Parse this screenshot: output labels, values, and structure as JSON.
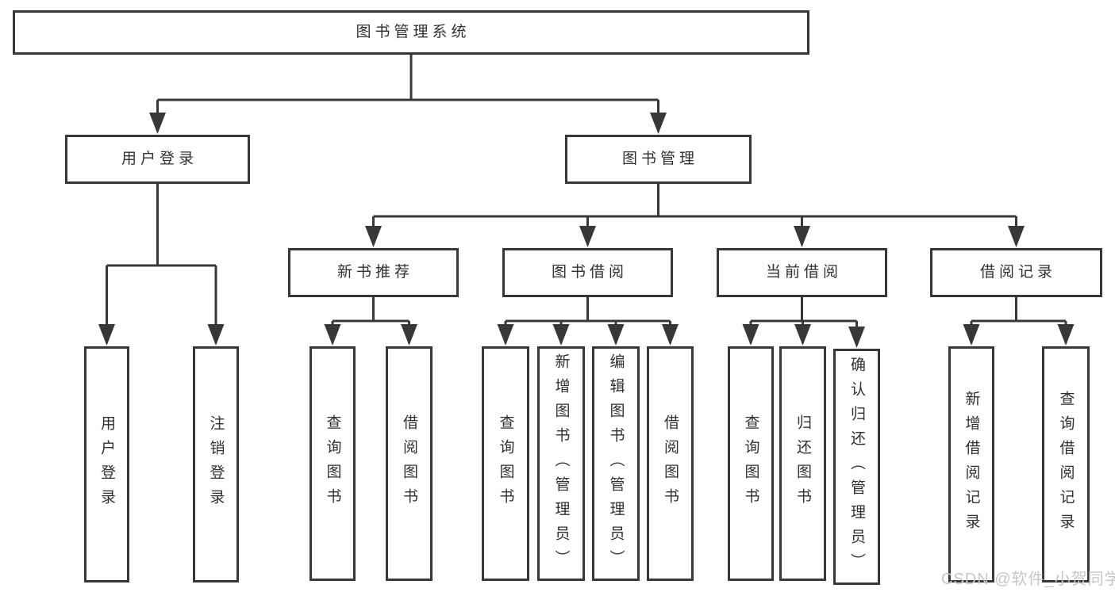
{
  "tree": {
    "label": "图书管理系统",
    "children": [
      {
        "label": "用户登录",
        "children": [
          {
            "label": "用户登录"
          },
          {
            "label": "注销登录"
          }
        ]
      },
      {
        "label": "图书管理",
        "children": [
          {
            "label": "新书推荐",
            "children": [
              {
                "label": "查询图书"
              },
              {
                "label": "借阅图书"
              }
            ]
          },
          {
            "label": "图书借阅",
            "children": [
              {
                "label": "查询图书"
              },
              {
                "label": "新增图书（管理员）"
              },
              {
                "label": "编辑图书（管理员）"
              },
              {
                "label": "借阅图书"
              }
            ]
          },
          {
            "label": "当前借阅",
            "children": [
              {
                "label": "查询图书"
              },
              {
                "label": "归还图书"
              },
              {
                "label": "确认归还（管理员）"
              }
            ]
          },
          {
            "label": "借阅记录",
            "children": [
              {
                "label": "新增借阅记录"
              },
              {
                "label": "查询借阅记录"
              }
            ]
          }
        ]
      }
    ]
  },
  "watermark": "CSDN @软件_小贺同学",
  "colors": {
    "line": "#383838",
    "text": "#303030",
    "watermark": "#c6c6c6",
    "background": "#ffffff"
  }
}
